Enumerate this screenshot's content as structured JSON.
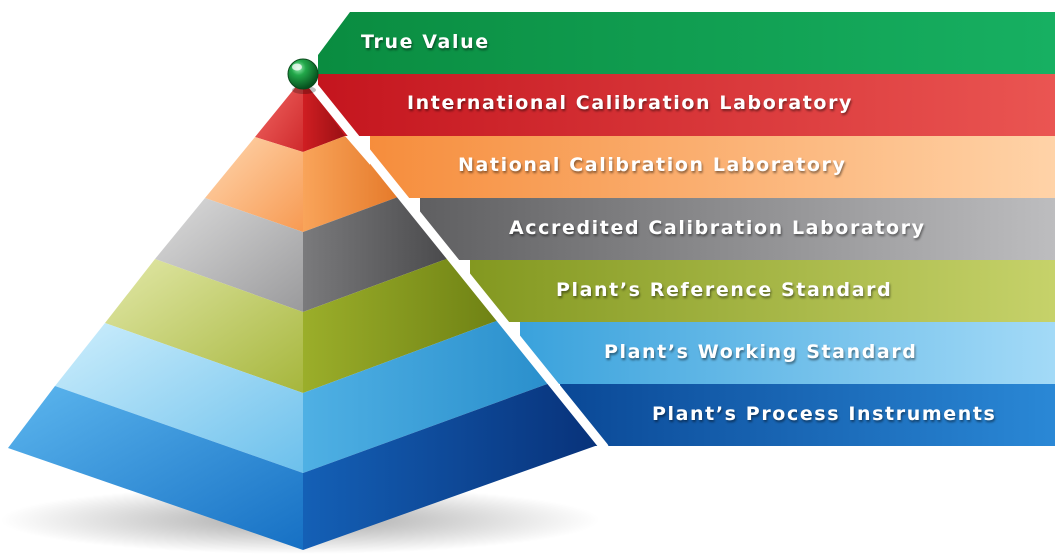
{
  "levels": [
    {
      "label": "True Value",
      "color": "#0b9a4a",
      "light": "#14b35a"
    },
    {
      "label": "International Calibration Laboratory",
      "color": "#c8202a",
      "light": "#ec5a55"
    },
    {
      "label": "National Calibration Laboratory",
      "color": "#f4964a",
      "light": "#ffd0a2"
    },
    {
      "label": "Accredited Calibration Laboratory",
      "color": "#6e6e70",
      "light": "#b9b9bb"
    },
    {
      "label": "Plant’s Reference Standard",
      "color": "#8ea024",
      "light": "#c6d068"
    },
    {
      "label": "Plant’s Working Standard",
      "color": "#44a8e0",
      "light": "#a8dcf6"
    },
    {
      "label": "Plant’s Process Instruments",
      "color": "#0c4fa0",
      "light": "#2a8ad8"
    }
  ],
  "apex_marker": {
    "color": "#1a8c3a"
  }
}
